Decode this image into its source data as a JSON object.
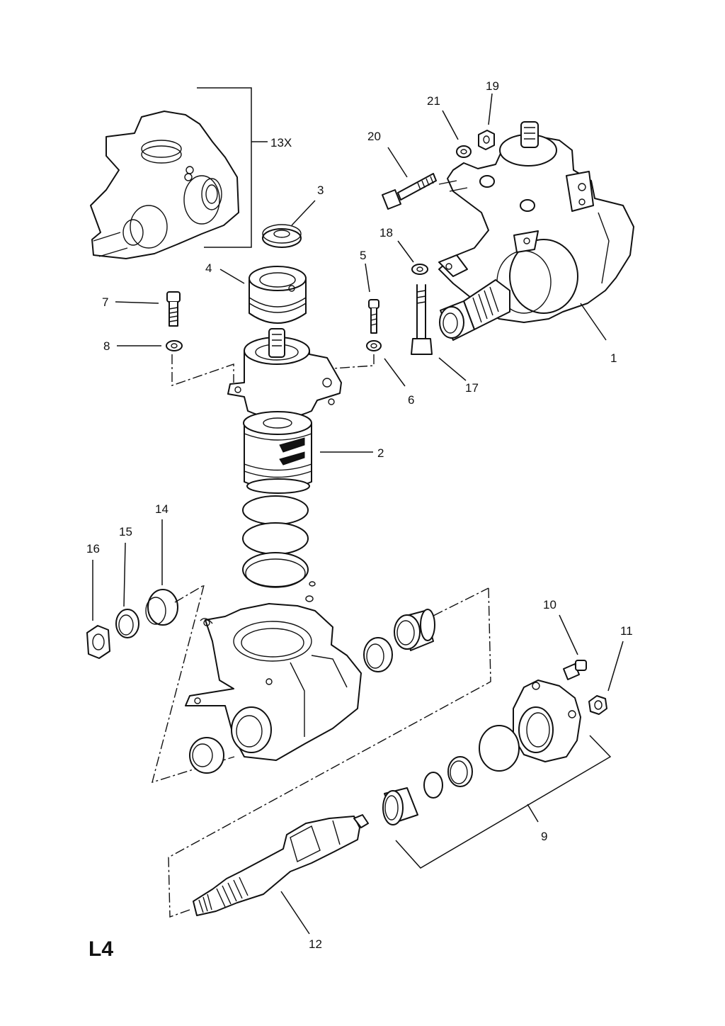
{
  "diagram": {
    "page_code": "L4",
    "callouts": [
      "1",
      "2",
      "3",
      "4",
      "5",
      "6",
      "7",
      "8",
      "9",
      "10",
      "11",
      "12",
      "13X",
      "14",
      "15",
      "16",
      "17",
      "18",
      "19",
      "20",
      "21"
    ]
  }
}
